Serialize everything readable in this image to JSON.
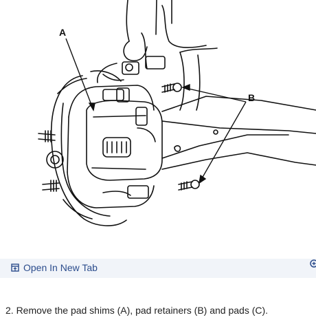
{
  "figure": {
    "callouts": {
      "a": "A",
      "b": "B"
    },
    "open_tab_label": "Open In New Tab",
    "open_tab_icon": "open-in-new-tab-icon",
    "corner_icon": "zoom-icon",
    "link_color": "#2b4c8c",
    "panel_color": "#f1f4f9"
  },
  "caption": {
    "text": "2. Remove the pad shims (A), pad retainers (B) and pads (C)."
  }
}
